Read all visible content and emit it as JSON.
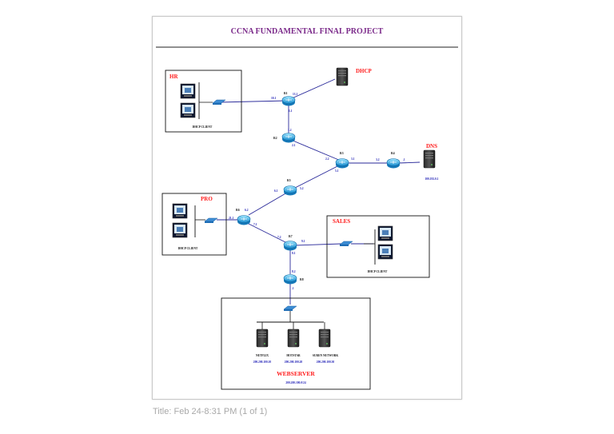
{
  "title": "CCNA FUNDAMENTAL FINAL PROJECT",
  "colors": {
    "title": "#7b2a8a",
    "zone_label": "#ff1a1a",
    "link": "#2a2a9a",
    "ip": "#1a1ab4"
  },
  "zones": {
    "hr": {
      "label": "HR",
      "note": "DHCP CLIENT"
    },
    "pro": {
      "label": "PRO",
      "note": "DHCP CLIENT"
    },
    "sales": {
      "label": "SALES",
      "note": "DHCP CLIENT"
    },
    "webserver": {
      "label": "WEBSERVER",
      "network": "200.200.100.0/24"
    }
  },
  "servers": {
    "dhcp": {
      "label": "DHCP"
    },
    "dns": {
      "label": "DNS",
      "ip": "100.192.0.1"
    },
    "netflix": {
      "label": "NETFLIX",
      "ip": "200.200.100.10"
    },
    "hotstar": {
      "label": "HOTSTAR",
      "ip": "200.200.100.20"
    },
    "suren": {
      "label": "SUREN NETWORK",
      "ip": "200.200.100.30"
    }
  },
  "routers": {
    "r1": "R1",
    "r2": "R2",
    "r3": "R3",
    "r4": "R4",
    "r5": "R5",
    "r6": "R6",
    "r7": "R7",
    "r8": "R8"
  },
  "interfaces": {
    "r1_left": "10.1",
    "r1_right": "13.1",
    "r1_down": "1.1",
    "r2_up": "1.2",
    "r2_down": "2.1",
    "r3_left": "2.2",
    "r3_right": "3.1",
    "r3_down": "5.1",
    "r4_left": "3.2",
    "r4_right": ".1",
    "r5_up": "5.2",
    "r5_left": "6.1",
    "r6_up": "6.2",
    "r6_left": "21.1",
    "r6_down": "7.1",
    "r7_left": "7.2",
    "r7_right": "9.1",
    "r7_down": "8.1",
    "r8_up": "8.2",
    "r8_down": ".1"
  },
  "caption": "Title: Feb 24-8:31 PM (1 of 1)"
}
